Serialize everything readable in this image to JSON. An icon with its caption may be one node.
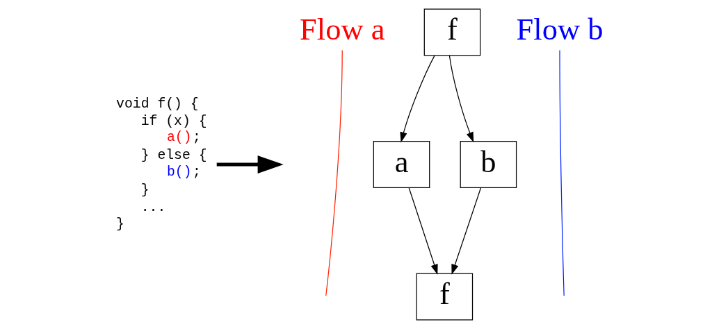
{
  "diagram": {
    "nodes": [
      {
        "text": [
          "void f() {",
          "if (x) {",
          "a();",
          "} else {",
          "b();",
          "}",
          "...",
          "}"
        ]
      },
      {
        "text": [
          "f"
        ]
      },
      {
        "text": [
          "a"
        ]
      },
      {
        "text": [
          "b"
        ]
      },
      {
        "text": [
          "f"
        ]
      },
      {
        "text": [
          "Flow a"
        ]
      },
      {
        "text": [
          "Flow b"
        ]
      }
    ],
    "edges": [
      {
        "from": 0,
        "to": null,
        "arrow": "to",
        "style": "thick"
      },
      {
        "from": 1,
        "to": 2,
        "arrow": "to"
      },
      {
        "from": 1,
        "to": 3,
        "arrow": "to"
      },
      {
        "from": 2,
        "to": 4,
        "arrow": "to"
      },
      {
        "from": 3,
        "to": 4,
        "arrow": "to"
      },
      {
        "from": 5,
        "to": null,
        "arrow": "none",
        "color": "#ff2200"
      },
      {
        "from": 6,
        "to": null,
        "arrow": "none",
        "color": "#0022ff"
      }
    ]
  }
}
